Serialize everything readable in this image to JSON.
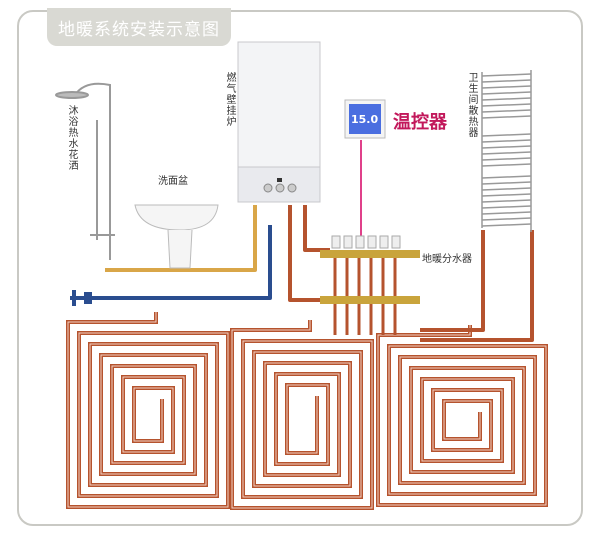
{
  "title": "地暖系统安装示意图",
  "labels": {
    "shower": "沐浴热水花洒",
    "basin": "洗面盆",
    "boiler": "燃气壁挂炉",
    "thermostat": "温控器",
    "radiator": "卫生间散热器",
    "manifold": "地暖分水器"
  },
  "thermostat_display": "15.0",
  "colors": {
    "hot_pipe": "#b5532e",
    "cold_pipe": "#2a4d8f",
    "gas_pipe": "#d9a648",
    "wire": "#e0408a",
    "label_red": "#c2185b"
  }
}
